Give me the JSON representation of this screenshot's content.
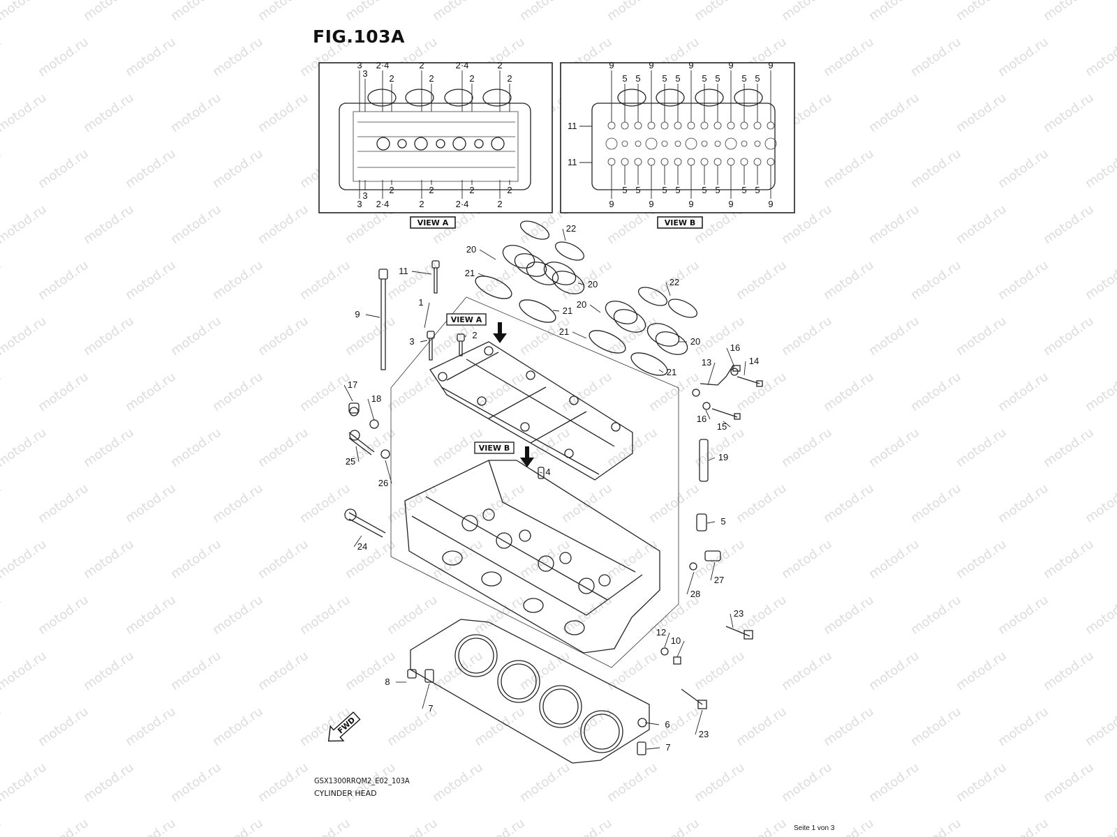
{
  "figure": {
    "title": "FIG.103A",
    "model_code": "GSX1300RRQM2_E02_103A",
    "name": "CYLINDER HEAD",
    "page": "Seite 1 von 3"
  },
  "watermark": "motod.ru",
  "views": {
    "view_a": {
      "caption": "VIEW A",
      "top_labels": [
        "3",
        "3",
        "2·4",
        "2",
        "2",
        "2",
        "2·4",
        "2",
        "2",
        "2"
      ],
      "bottom_labels": [
        "3",
        "3",
        "2·4",
        "2",
        "2",
        "2",
        "2·4",
        "2",
        "2",
        "2"
      ]
    },
    "view_b": {
      "caption": "VIEW B",
      "top_labels": [
        "9",
        "5",
        "5",
        "9",
        "5",
        "5",
        "9",
        "5",
        "5",
        "9",
        "5",
        "5",
        "9"
      ],
      "side_labels": [
        "11",
        "11"
      ],
      "bottom_labels": [
        "9",
        "5",
        "5",
        "9",
        "5",
        "5",
        "9",
        "5",
        "5",
        "9",
        "5",
        "5",
        "9"
      ]
    }
  },
  "main_view_tags": [
    "VIEW A",
    "VIEW B",
    "FWD"
  ],
  "callouts": [
    {
      "id": "1",
      "text": "1"
    },
    {
      "id": "2",
      "text": "2"
    },
    {
      "id": "3",
      "text": "3"
    },
    {
      "id": "4",
      "text": "4"
    },
    {
      "id": "5",
      "text": "5"
    },
    {
      "id": "6",
      "text": "6"
    },
    {
      "id": "7a",
      "text": "7"
    },
    {
      "id": "7b",
      "text": "7"
    },
    {
      "id": "8",
      "text": "8"
    },
    {
      "id": "9",
      "text": "9"
    },
    {
      "id": "10",
      "text": "10"
    },
    {
      "id": "11",
      "text": "11"
    },
    {
      "id": "12",
      "text": "12"
    },
    {
      "id": "13",
      "text": "13"
    },
    {
      "id": "14",
      "text": "14"
    },
    {
      "id": "15",
      "text": "15"
    },
    {
      "id": "16a",
      "text": "16"
    },
    {
      "id": "16b",
      "text": "16"
    },
    {
      "id": "17",
      "text": "17"
    },
    {
      "id": "18",
      "text": "18"
    },
    {
      "id": "19",
      "text": "19"
    },
    {
      "id": "20a",
      "text": "20"
    },
    {
      "id": "20b",
      "text": "20"
    },
    {
      "id": "20c",
      "text": "20"
    },
    {
      "id": "20d",
      "text": "20"
    },
    {
      "id": "21a",
      "text": "21"
    },
    {
      "id": "21b",
      "text": "21"
    },
    {
      "id": "21c",
      "text": "21"
    },
    {
      "id": "21d",
      "text": "21"
    },
    {
      "id": "22a",
      "text": "22"
    },
    {
      "id": "22b",
      "text": "22"
    },
    {
      "id": "23a",
      "text": "23"
    },
    {
      "id": "23b",
      "text": "23"
    },
    {
      "id": "24",
      "text": "24"
    },
    {
      "id": "25",
      "text": "25"
    },
    {
      "id": "26",
      "text": "26"
    },
    {
      "id": "27",
      "text": "27"
    },
    {
      "id": "28",
      "text": "28"
    }
  ]
}
